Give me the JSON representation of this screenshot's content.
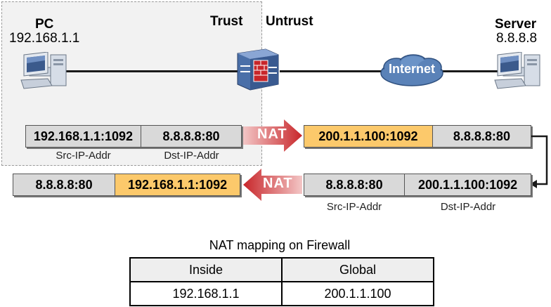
{
  "zones": {
    "trust": "Trust",
    "untrust": "Untrust"
  },
  "pc": {
    "title": "PC",
    "ip": "192.168.1.1"
  },
  "server": {
    "title": "Server",
    "ip": "8.8.8.8"
  },
  "internet_label": "Internet",
  "outbound": {
    "before": {
      "src": "192.168.1.1:1092",
      "dst": "8.8.8.8:80"
    },
    "after": {
      "src": "200.1.1.100:1092",
      "dst": "8.8.8.8:80"
    },
    "src_label": "Src-IP-Addr",
    "dst_label": "Dst-IP-Addr"
  },
  "inbound": {
    "before": {
      "src": "8.8.8.8:80",
      "dst": "200.1.1.100:1092"
    },
    "after": {
      "src": "8.8.8.8:80",
      "dst": "192.168.1.1:1092"
    },
    "src_label": "Src-IP-Addr",
    "dst_label": "Dst-IP-Addr"
  },
  "nat_label": "NAT",
  "mapping": {
    "title": "NAT mapping on Firewall",
    "headers": [
      "Inside",
      "Global"
    ],
    "rows": [
      [
        "192.168.1.1",
        "200.1.1.100"
      ]
    ]
  },
  "colors": {
    "highlight": "#fcc96b",
    "packet_cell": "#d9d9d9",
    "nat_arrow": "#c8262a",
    "trust_zone": "#f2f2f2",
    "cloud": "#5a82b8"
  },
  "icons": {
    "pc": "computer-icon",
    "server": "server-icon",
    "firewall": "firewall-icon",
    "cloud": "cloud-icon"
  }
}
